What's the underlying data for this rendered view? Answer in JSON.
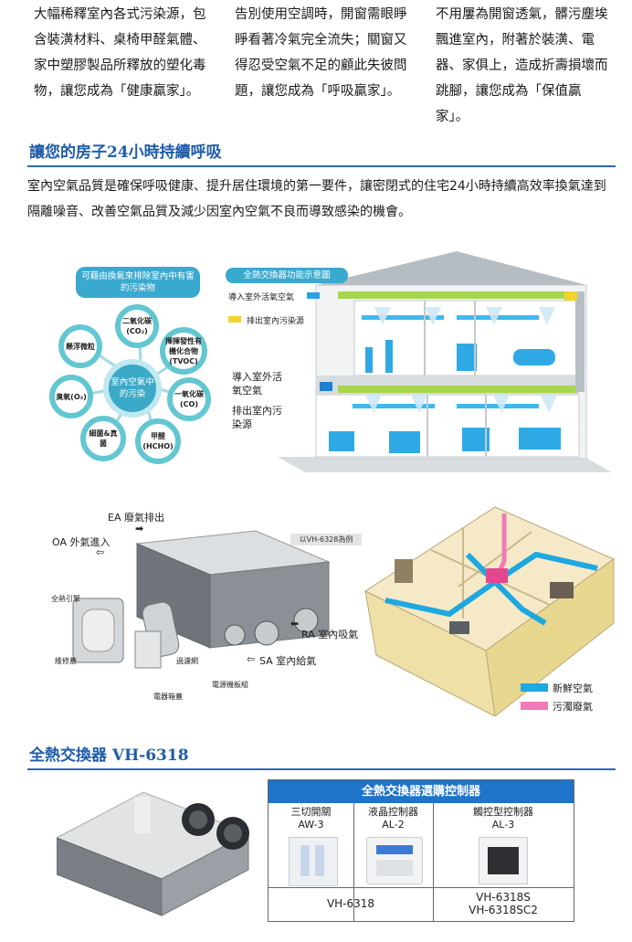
{
  "top_columns": [
    {
      "text": "大幅稀釋室內各式污染源，包含裝潢材料、桌椅甲醛氣體、家中塑膠製品所釋放的塑化毒物，讓您成為「健康贏家」。"
    },
    {
      "text": "告別使用空調時，開窗需眼睜睜看著冷氣完全流失；關窗又得忍受空氣不足的顧此失彼問題，讓您成為「呼吸贏家」。"
    },
    {
      "text": "不用屢為開窗透氣，髒污塵埃飄進室內，附著於裝潢、電器、家俱上，造成折壽損壞而跳腳，讓您成為「保值贏家」。"
    }
  ],
  "section1": {
    "heading": "讓您的房子24小時持續呼吸",
    "paragraph": "室內空氣品質是確保呼吸健康、提升居住環境的第一要件，讓密閉式的住宅24小時持續高效率換氣達到隔離噪音、改善空氣品質及減少因室內空氣不良而導致感染的機會。"
  },
  "pollutants": {
    "title": "可藉由換氣來排除室內中有害的污染物",
    "center": "室內空氣中的污染",
    "items": [
      "二氧化碳(CO₂)",
      "揮揮發性有機化合物(TVOC)",
      "一氧化碳(CO)",
      "甲醛(HCHO)",
      "細菌&真菌",
      "臭氧(O₃)",
      "懸浮微粒"
    ]
  },
  "exchanger_diagram": {
    "title": "全熱交換器功能示意圖",
    "legend_in": "導入室外活氧空氣",
    "legend_out": "排出室內污染源",
    "label_in": "導入室外活氧空氣",
    "label_out": "排出室內污染源"
  },
  "unit_diagram": {
    "ea": "EA 廢氣排出",
    "oa": "OA 外氣進入",
    "ra": "RA 室內吸氣",
    "sa": "SA 室內給氣",
    "core": "全熱引擎",
    "cover": "維修蓋",
    "filter": "過濾網",
    "board": "電源機板組",
    "box": "電器箱蓋",
    "example": "以VH-6328為例"
  },
  "house_legend": {
    "fresh": "新鮮空氣",
    "exhaust": "污濁廢氣",
    "colors": {
      "fresh": "#1ea8e0",
      "exhaust": "#f27ab8"
    }
  },
  "section2": {
    "heading": "全熱交換器 VH-6318"
  },
  "controller_table": {
    "header": "全熱交換器選購控制器",
    "columns": [
      {
        "name": "三切開關",
        "model": "AW-3"
      },
      {
        "name": "液晶控制器",
        "model": "AL-2"
      },
      {
        "name": "觸控型控制器",
        "model": "AL-3"
      }
    ],
    "footer_left": "VH-6318",
    "footer_right_1": "VH-6318S",
    "footer_right_2": "VH-6318SC2"
  }
}
